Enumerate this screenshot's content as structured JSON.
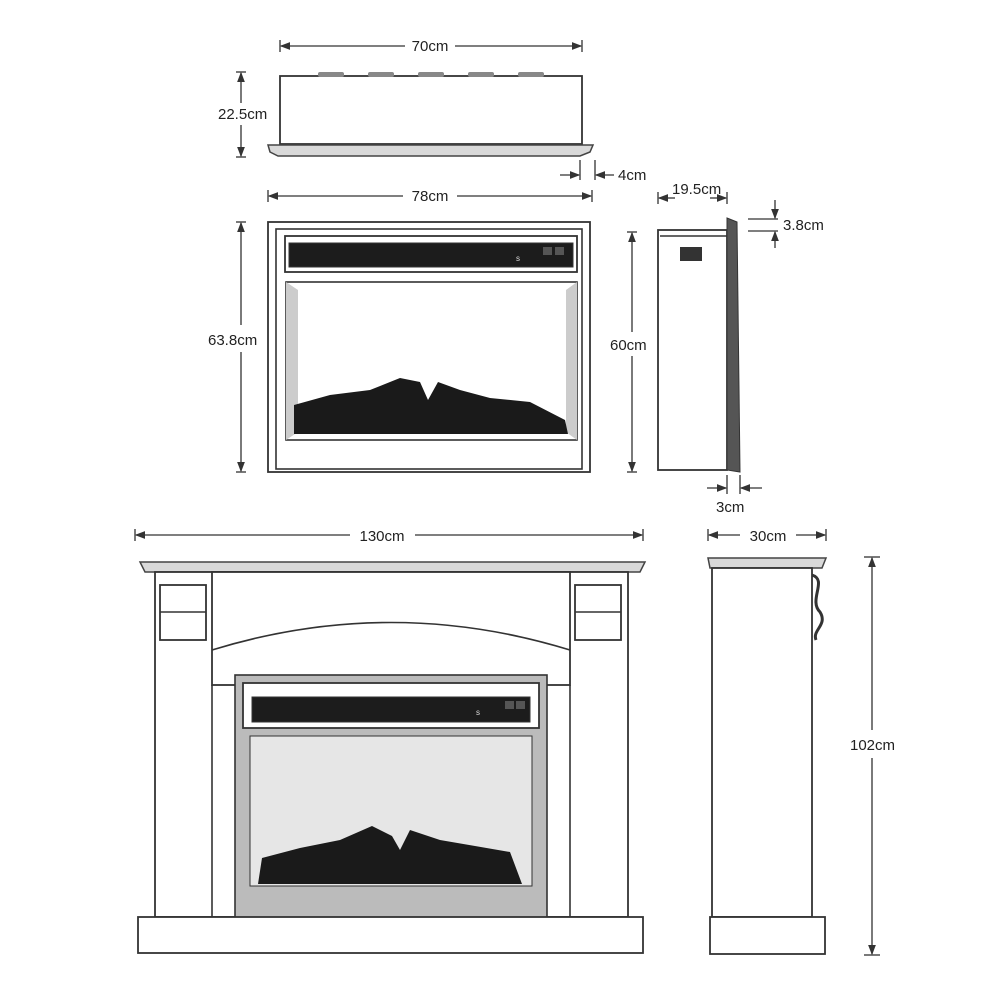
{
  "title": "Electric fireplace dimension diagram",
  "dimensions": {
    "insert_top_width": "70cm",
    "insert_top_height": "22.5cm",
    "insert_lip": "4cm",
    "insert_front_width": "78cm",
    "insert_front_height": "63.8cm",
    "insert_side_depth": "19.5cm",
    "insert_frame_depth": "3.8cm",
    "insert_side_height": "60cm",
    "insert_frame_thickness": "3cm",
    "mantel_width": "130cm",
    "mantel_depth": "30cm",
    "mantel_height": "102cm"
  }
}
